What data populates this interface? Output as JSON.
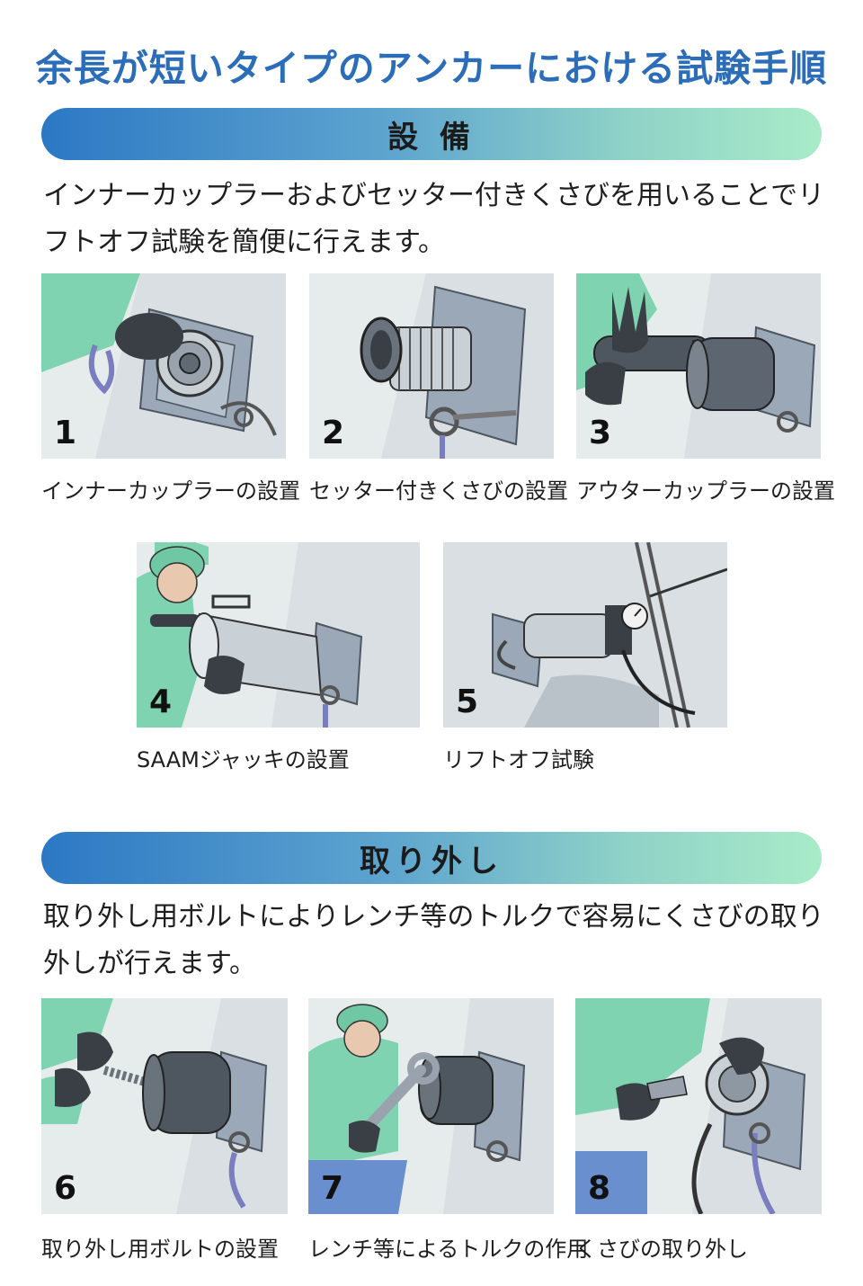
{
  "title": "余長が短いタイプのアンカーにおける試験手順",
  "sections": [
    {
      "heading": "設 備",
      "description": "インナーカップラーおよびセッター付きくさびを用いることでリフトオフ試験を簡便に行えます。",
      "steps": [
        {
          "number": "1",
          "caption": "インナーカップラーの設置"
        },
        {
          "number": "2",
          "caption": "セッター付きくさびの設置"
        },
        {
          "number": "3",
          "caption": "アウターカップラーの設置"
        },
        {
          "number": "4",
          "caption": "SAAMジャッキの設置"
        },
        {
          "number": "5",
          "caption": "リフトオフ試験"
        }
      ]
    },
    {
      "heading": "取り外し",
      "description": "取り外し用ボルトによりレンチ等のトルクで容易にくさびの取り外しが行えます。",
      "steps": [
        {
          "number": "6",
          "caption": "取り外し用ボルトの設置"
        },
        {
          "number": "7",
          "caption": "レンチ等によるトルクの作用"
        },
        {
          "number": "8",
          "caption": "くさびの取り外し"
        }
      ]
    }
  ],
  "colors": {
    "title": "#2b6db8",
    "bar_start": "#2c78c4",
    "bar_end": "#a8ebc8",
    "worker_green": "#7fd3b0",
    "steel": "#8a95a3"
  },
  "icons": [
    "anchor-plate-icon",
    "coupler-icon",
    "wedge-icon",
    "jack-icon",
    "wrench-icon",
    "chain-icon",
    "gauge-icon"
  ]
}
